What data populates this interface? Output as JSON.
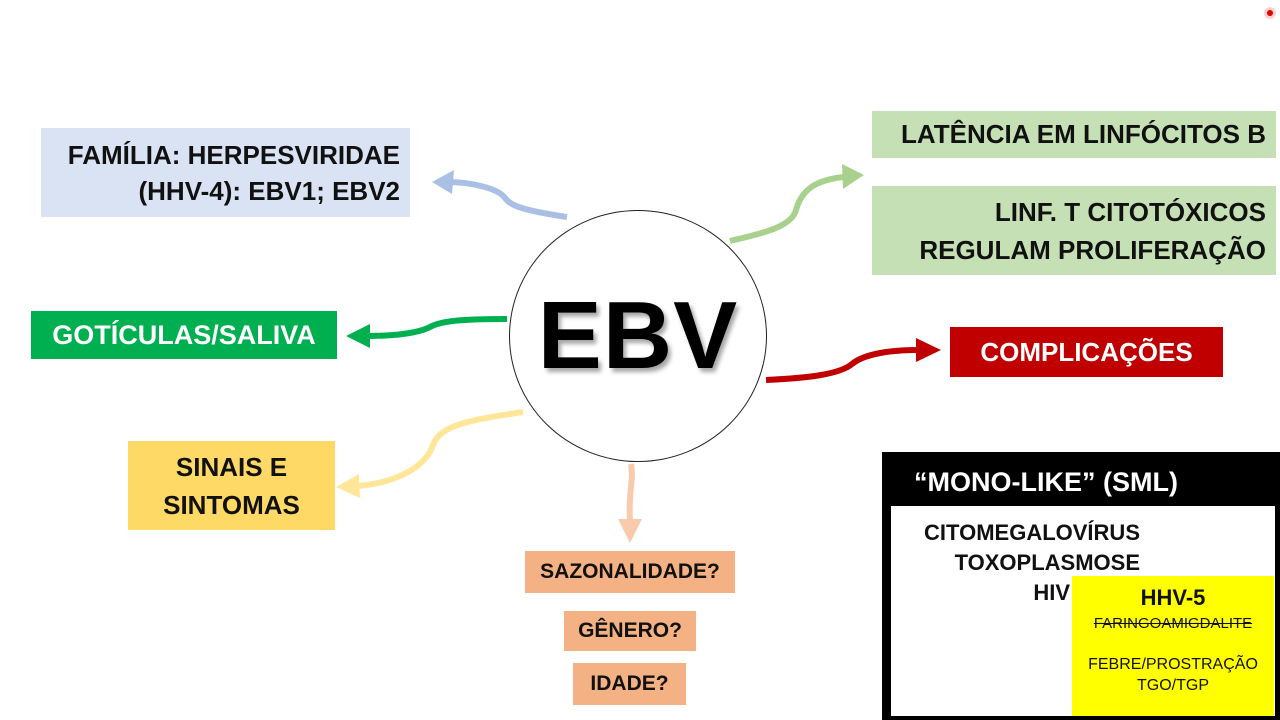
{
  "center": {
    "label": "EBV"
  },
  "boxes": {
    "familia": {
      "line1": "FAMÍLIA: HERPESVIRIDAE",
      "line2": "(HHV-4): EBV1; EBV2"
    },
    "goticulas": {
      "label": "GOTÍCULAS/SALIVA"
    },
    "sinais": {
      "line1": "SINAIS E",
      "line2": "SINTOMAS"
    },
    "latencia": {
      "label": "LATÊNCIA EM LINFÓCITOS B"
    },
    "linf_t": {
      "line1": "LINF. T CITOTÓXICOS",
      "line2": "REGULAM PROLIFERAÇÃO"
    },
    "complicacoes": {
      "label": "COMPLICAÇÕES"
    },
    "sazonalidade": {
      "label": "SAZONALIDADE?"
    },
    "genero": {
      "label": "GÊNERO?"
    },
    "idade": {
      "label": "IDADE?"
    }
  },
  "mono_like": {
    "title": "“MONO-LIKE” (SML)",
    "items": [
      "CITOMEGALOVÍRUS",
      "TOXOPLASMOSE",
      "HIV"
    ],
    "hhv5": {
      "title": "HHV-5",
      "struck": "FARINGOAMIGDALITE",
      "line1": "FEBRE/PROSTRAÇÃO",
      "line2": "TGO/TGP"
    }
  },
  "colors": {
    "blue": "#dae3f3",
    "blue_arrow": "#a9c0e4",
    "green": "#00b050",
    "light_green": "#c5e0b4",
    "light_green_arrow": "#a9d18e",
    "yellow": "#ffd966",
    "yellow_arrow": "#ffe699",
    "salmon": "#f4b183",
    "salmon_arrow": "#f8cbad",
    "dark_red": "#c00000",
    "highlight": "#ffff00"
  }
}
